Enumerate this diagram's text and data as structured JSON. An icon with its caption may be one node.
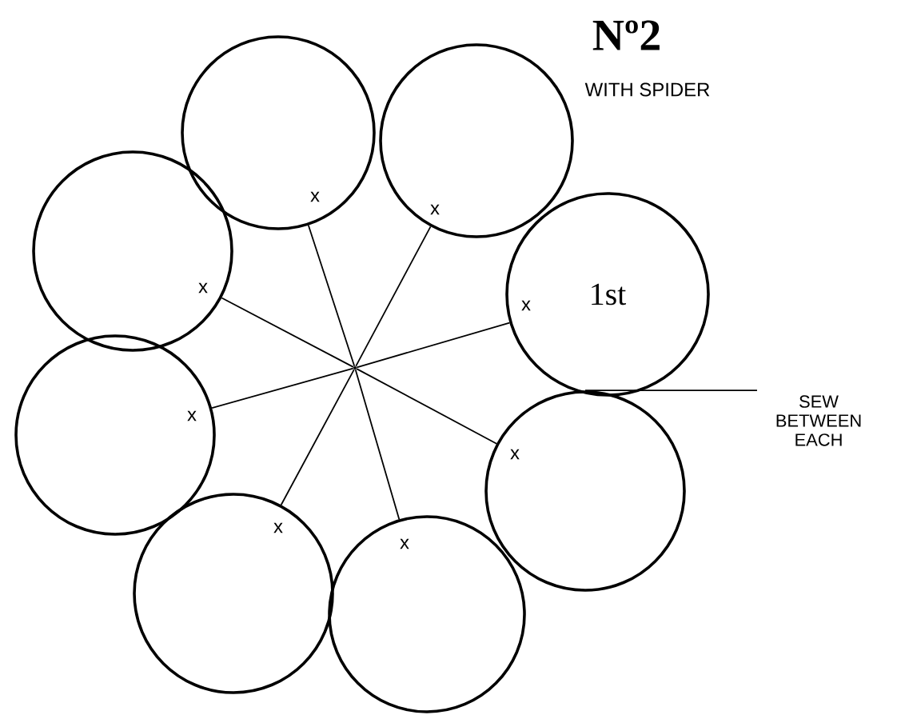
{
  "diagram": {
    "title": "Nº2",
    "nodes": [
      {
        "text": [],
        "shape": "circle"
      },
      {
        "text": [],
        "shape": "circle"
      },
      {
        "text": [
          "1st"
        ]
      },
      {
        "text": [],
        "shape": "circle"
      },
      {
        "text": [],
        "shape": "circle"
      },
      {
        "text": [],
        "shape": "circle"
      },
      {
        "text": [],
        "shape": "circle"
      },
      {
        "text": [],
        "shape": "circle"
      },
      {
        "text": [],
        "shape": "dot"
      },
      {
        "text": [
          "SEW BETWEEN EACH"
        ]
      }
    ],
    "edges": [
      {
        "from": 8,
        "to": 0,
        "arrow": "none"
      },
      {
        "from": 8,
        "to": 1,
        "arrow": "none"
      },
      {
        "from": 8,
        "to": 2,
        "arrow": "none"
      },
      {
        "from": 8,
        "to": 3,
        "arrow": "none"
      },
      {
        "from": 8,
        "to": 4,
        "arrow": "none"
      },
      {
        "from": 8,
        "to": 5,
        "arrow": "none"
      },
      {
        "from": 8,
        "to": 6,
        "arrow": "none"
      },
      {
        "from": 8,
        "to": 7,
        "arrow": "none"
      },
      {
        "from": 9,
        "to": 3,
        "arrow": "none"
      }
    ],
    "labels": [
      "WITH SPIDER",
      "x",
      "x",
      "x",
      "x",
      "x",
      "x",
      "x",
      "x"
    ]
  }
}
